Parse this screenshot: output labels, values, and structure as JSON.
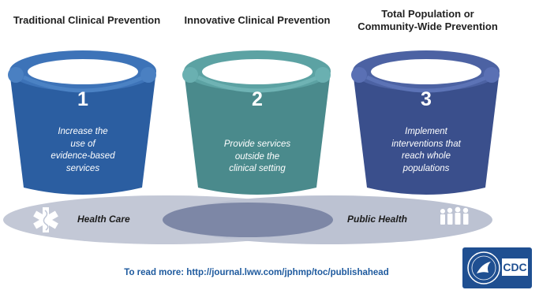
{
  "buckets": [
    {
      "heading": "Traditional Clinical Prevention",
      "number": "1",
      "text_lines": [
        "Increase the",
        "use of",
        "evidence-based",
        "services"
      ],
      "color": "#2b5ea1"
    },
    {
      "heading": "Innovative Clinical Prevention",
      "number": "2",
      "text_lines": [
        "Provide services",
        "outside the",
        "clinical setting"
      ],
      "color": "#4a8a8c"
    },
    {
      "heading_lines": [
        "Total Population or",
        "Community-Wide Prevention"
      ],
      "number": "3",
      "text_lines": [
        "Implement",
        "interventions that",
        "reach whole",
        "populations"
      ],
      "color": "#3a4f8c"
    }
  ],
  "venn": {
    "left_label": "Health Care",
    "right_label": "Public Health",
    "left_icon": "star-of-life-icon",
    "right_icon": "people-group-icon"
  },
  "footer": {
    "link_text": "To read more: http://journal.lww.com/jphmp/toc/publishahead"
  },
  "logo": {
    "text": "CDC"
  }
}
